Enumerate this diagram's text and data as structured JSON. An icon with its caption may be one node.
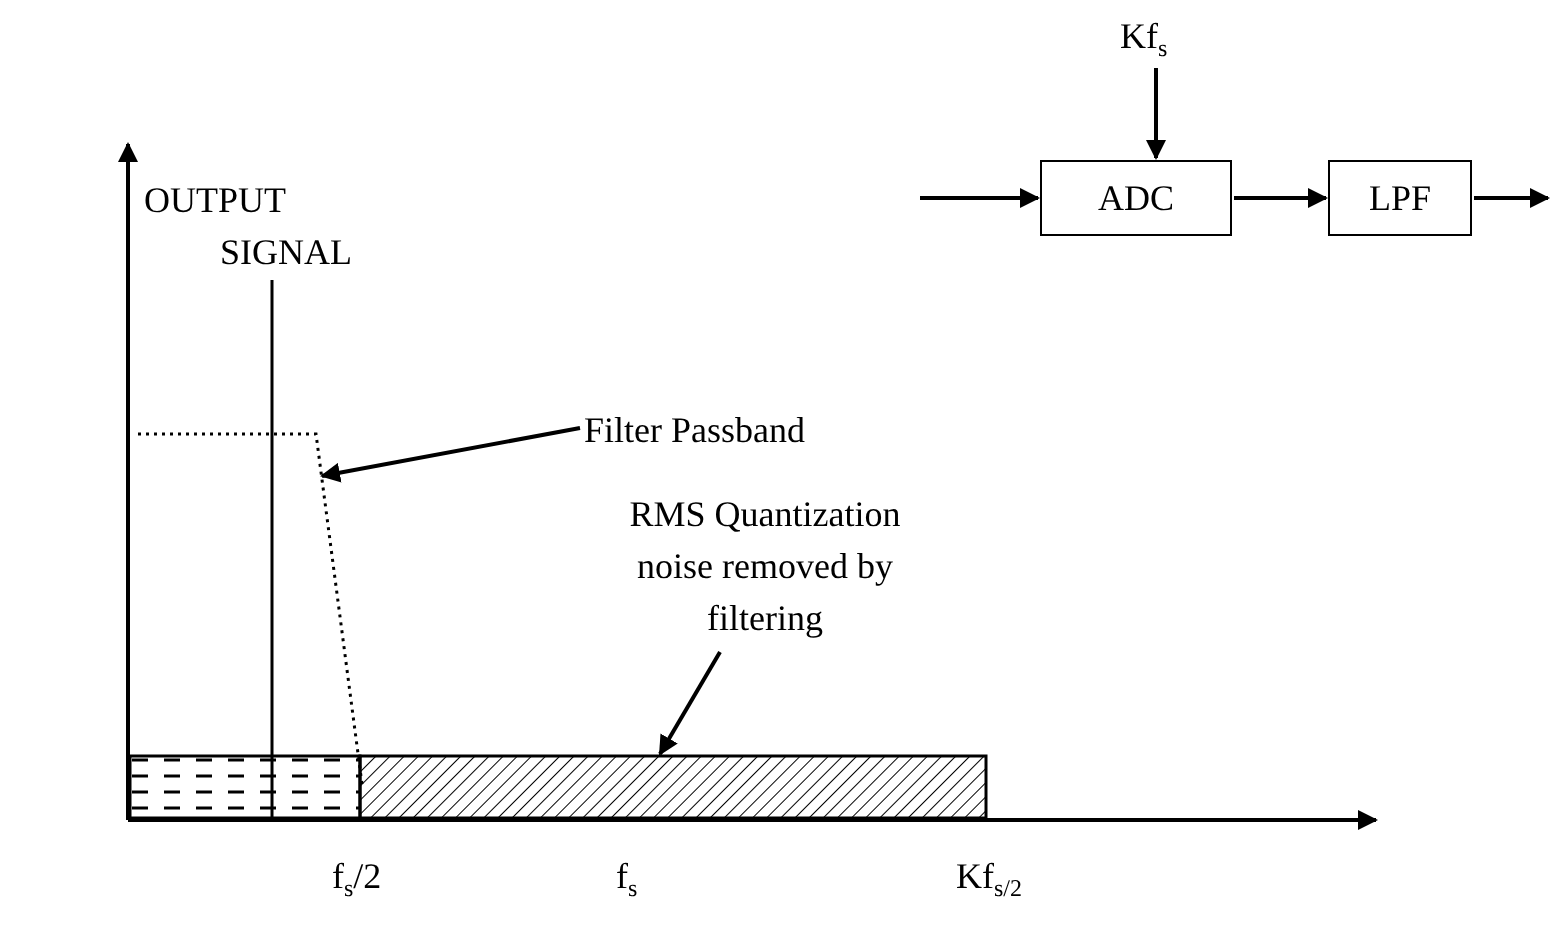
{
  "diagram": {
    "nodes": [
      {
        "text": [
          "Kf$_{s}$"
        ]
      },
      {
        "text": [
          "ADC"
        ]
      },
      {
        "text": [
          "LPF"
        ]
      },
      {
        "text": [
          "Filter Passband"
        ]
      },
      {
        "text": [],
        "shape": "line"
      },
      {
        "text": [
          "RMS Quantization noise removed by filtering"
        ]
      },
      {
        "text": [],
        "shape": "bar"
      },
      {
        "text": [],
        "shape": "bar"
      }
    ],
    "edges": [
      {
        "from": null,
        "to": 1,
        "arrow": "to"
      },
      {
        "from": 0,
        "to": 1,
        "arrow": "to"
      },
      {
        "from": 1,
        "to": 2,
        "arrow": "to"
      },
      {
        "from": 2,
        "to": null,
        "arrow": "to"
      },
      {
        "from": 3,
        "to": 4,
        "arrow": "to"
      },
      {
        "from": 5,
        "to": 7,
        "arrow": "to"
      }
    ],
    "labels": [
      "OUTPUT",
      "SIGNAL",
      "f$_{s}$/2",
      "f$_{s}$",
      "Kf$_{s/2}$"
    ]
  }
}
